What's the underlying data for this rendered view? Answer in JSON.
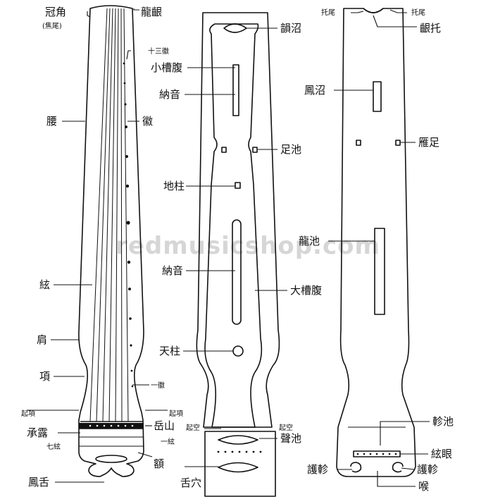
{
  "watermark": "redmusicshop.com",
  "views": {
    "front": {
      "guanjiao": "冠角",
      "jiaowei": "(焦尾)",
      "longyin": "龍齦",
      "shisanhui": "十三徽",
      "yao": "腰",
      "hui": "徽",
      "xian": "絃",
      "jian": "肩",
      "xiang": "項",
      "yihui": "一徽",
      "qixiang_left": "起項",
      "qixiang_right": "起項",
      "chenglu": "承露",
      "yueshan": "岳山",
      "qixian": "七絃",
      "yixian": "一絃",
      "e": "額",
      "fengshe": "鳳舌"
    },
    "inside": {
      "yunzhao": "韻沼",
      "xiaocaofu": "小槽腹",
      "nayin_top": "納音",
      "zuchi": "足池",
      "dizhu": "地柱",
      "nayin_mid": "納音",
      "dacaofu": "大槽腹",
      "tianzhu": "天柱",
      "qikong_left": "起空",
      "qikong_right": "起空",
      "shengchi": "聲池",
      "shexue": "舌穴"
    },
    "back": {
      "tuowei_left": "托尾",
      "tuowei_right": "托尾",
      "yintuo": "齦托",
      "fengzhao": "鳳沼",
      "yanzu": "雁足",
      "longchi": "龍池",
      "zhenchi": "軫池",
      "xianyan": "絃眼",
      "huzhen_left": "護軫",
      "huzhen_right": "護軫",
      "hou": "喉"
    }
  }
}
